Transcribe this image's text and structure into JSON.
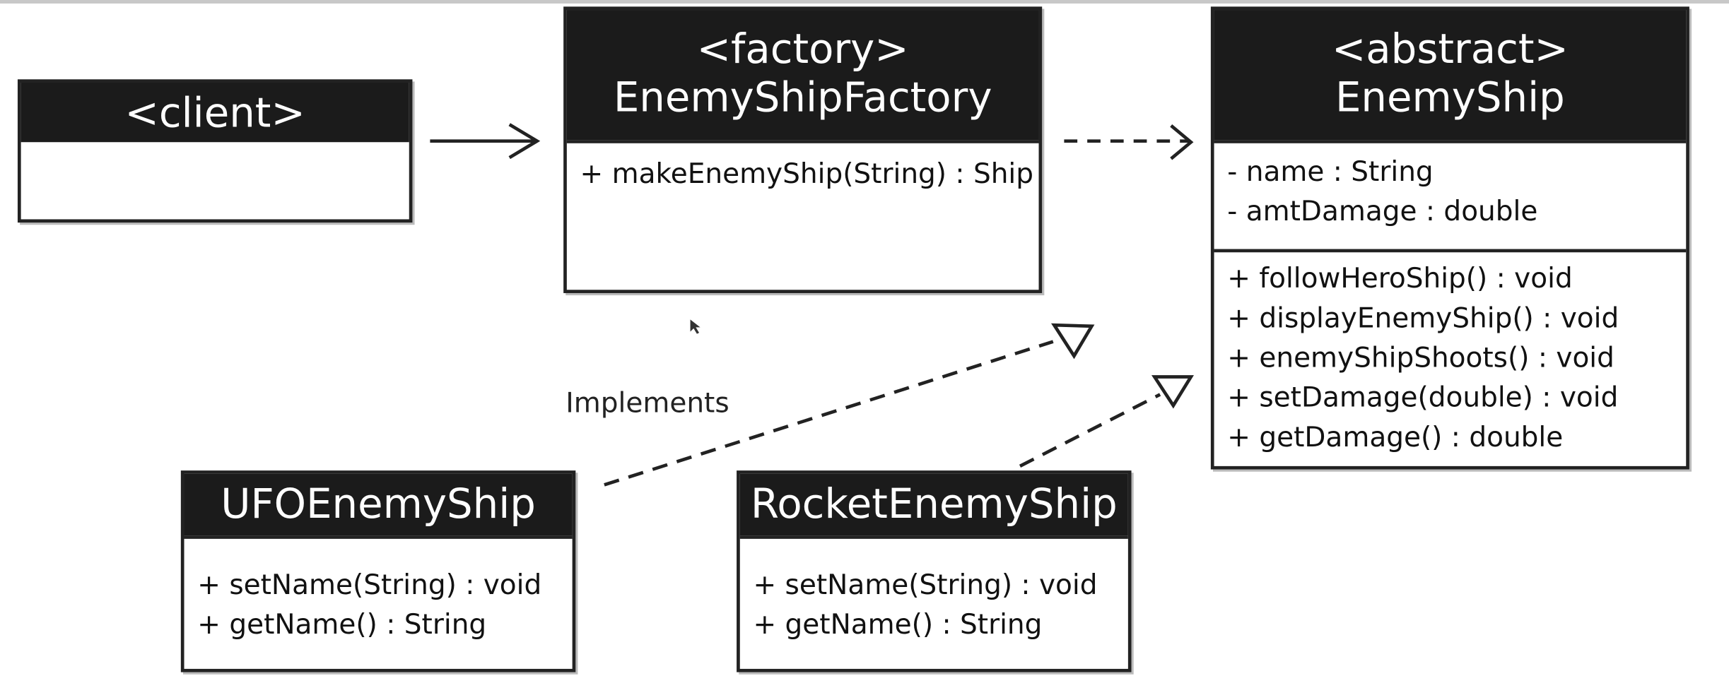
{
  "classes": {
    "client": {
      "name": "<client>"
    },
    "factory": {
      "stereotype": "<factory>",
      "name": "EnemyShipFactory",
      "methods": [
        "+ makeEnemyShip(String) : Ship"
      ]
    },
    "enemy_ship": {
      "stereotype": "<abstract>",
      "name": "EnemyShip",
      "attributes": [
        "- name : String",
        "- amtDamage : double"
      ],
      "methods": [
        "+ followHeroShip() : void",
        "+ displayEnemyShip() : void",
        "+ enemyShipShoots() : void",
        "+ setDamage(double) : void",
        "+ getDamage() : double"
      ]
    },
    "ufo": {
      "name": "UFOEnemyShip",
      "methods": [
        "+ setName(String) : void",
        "+ getName() : String"
      ]
    },
    "rocket": {
      "name": "RocketEnemyShip",
      "methods": [
        "+ setName(String) : void",
        "+ getName() : String"
      ]
    }
  },
  "relations": {
    "implements_label": "Implements",
    "edges": [
      {
        "from": "client",
        "to": "factory",
        "kind": "association"
      },
      {
        "from": "factory",
        "to": "enemy_ship",
        "kind": "dependency"
      },
      {
        "from": "ufo",
        "to": "enemy_ship",
        "kind": "realization"
      },
      {
        "from": "rocket",
        "to": "enemy_ship",
        "kind": "realization"
      }
    ]
  }
}
